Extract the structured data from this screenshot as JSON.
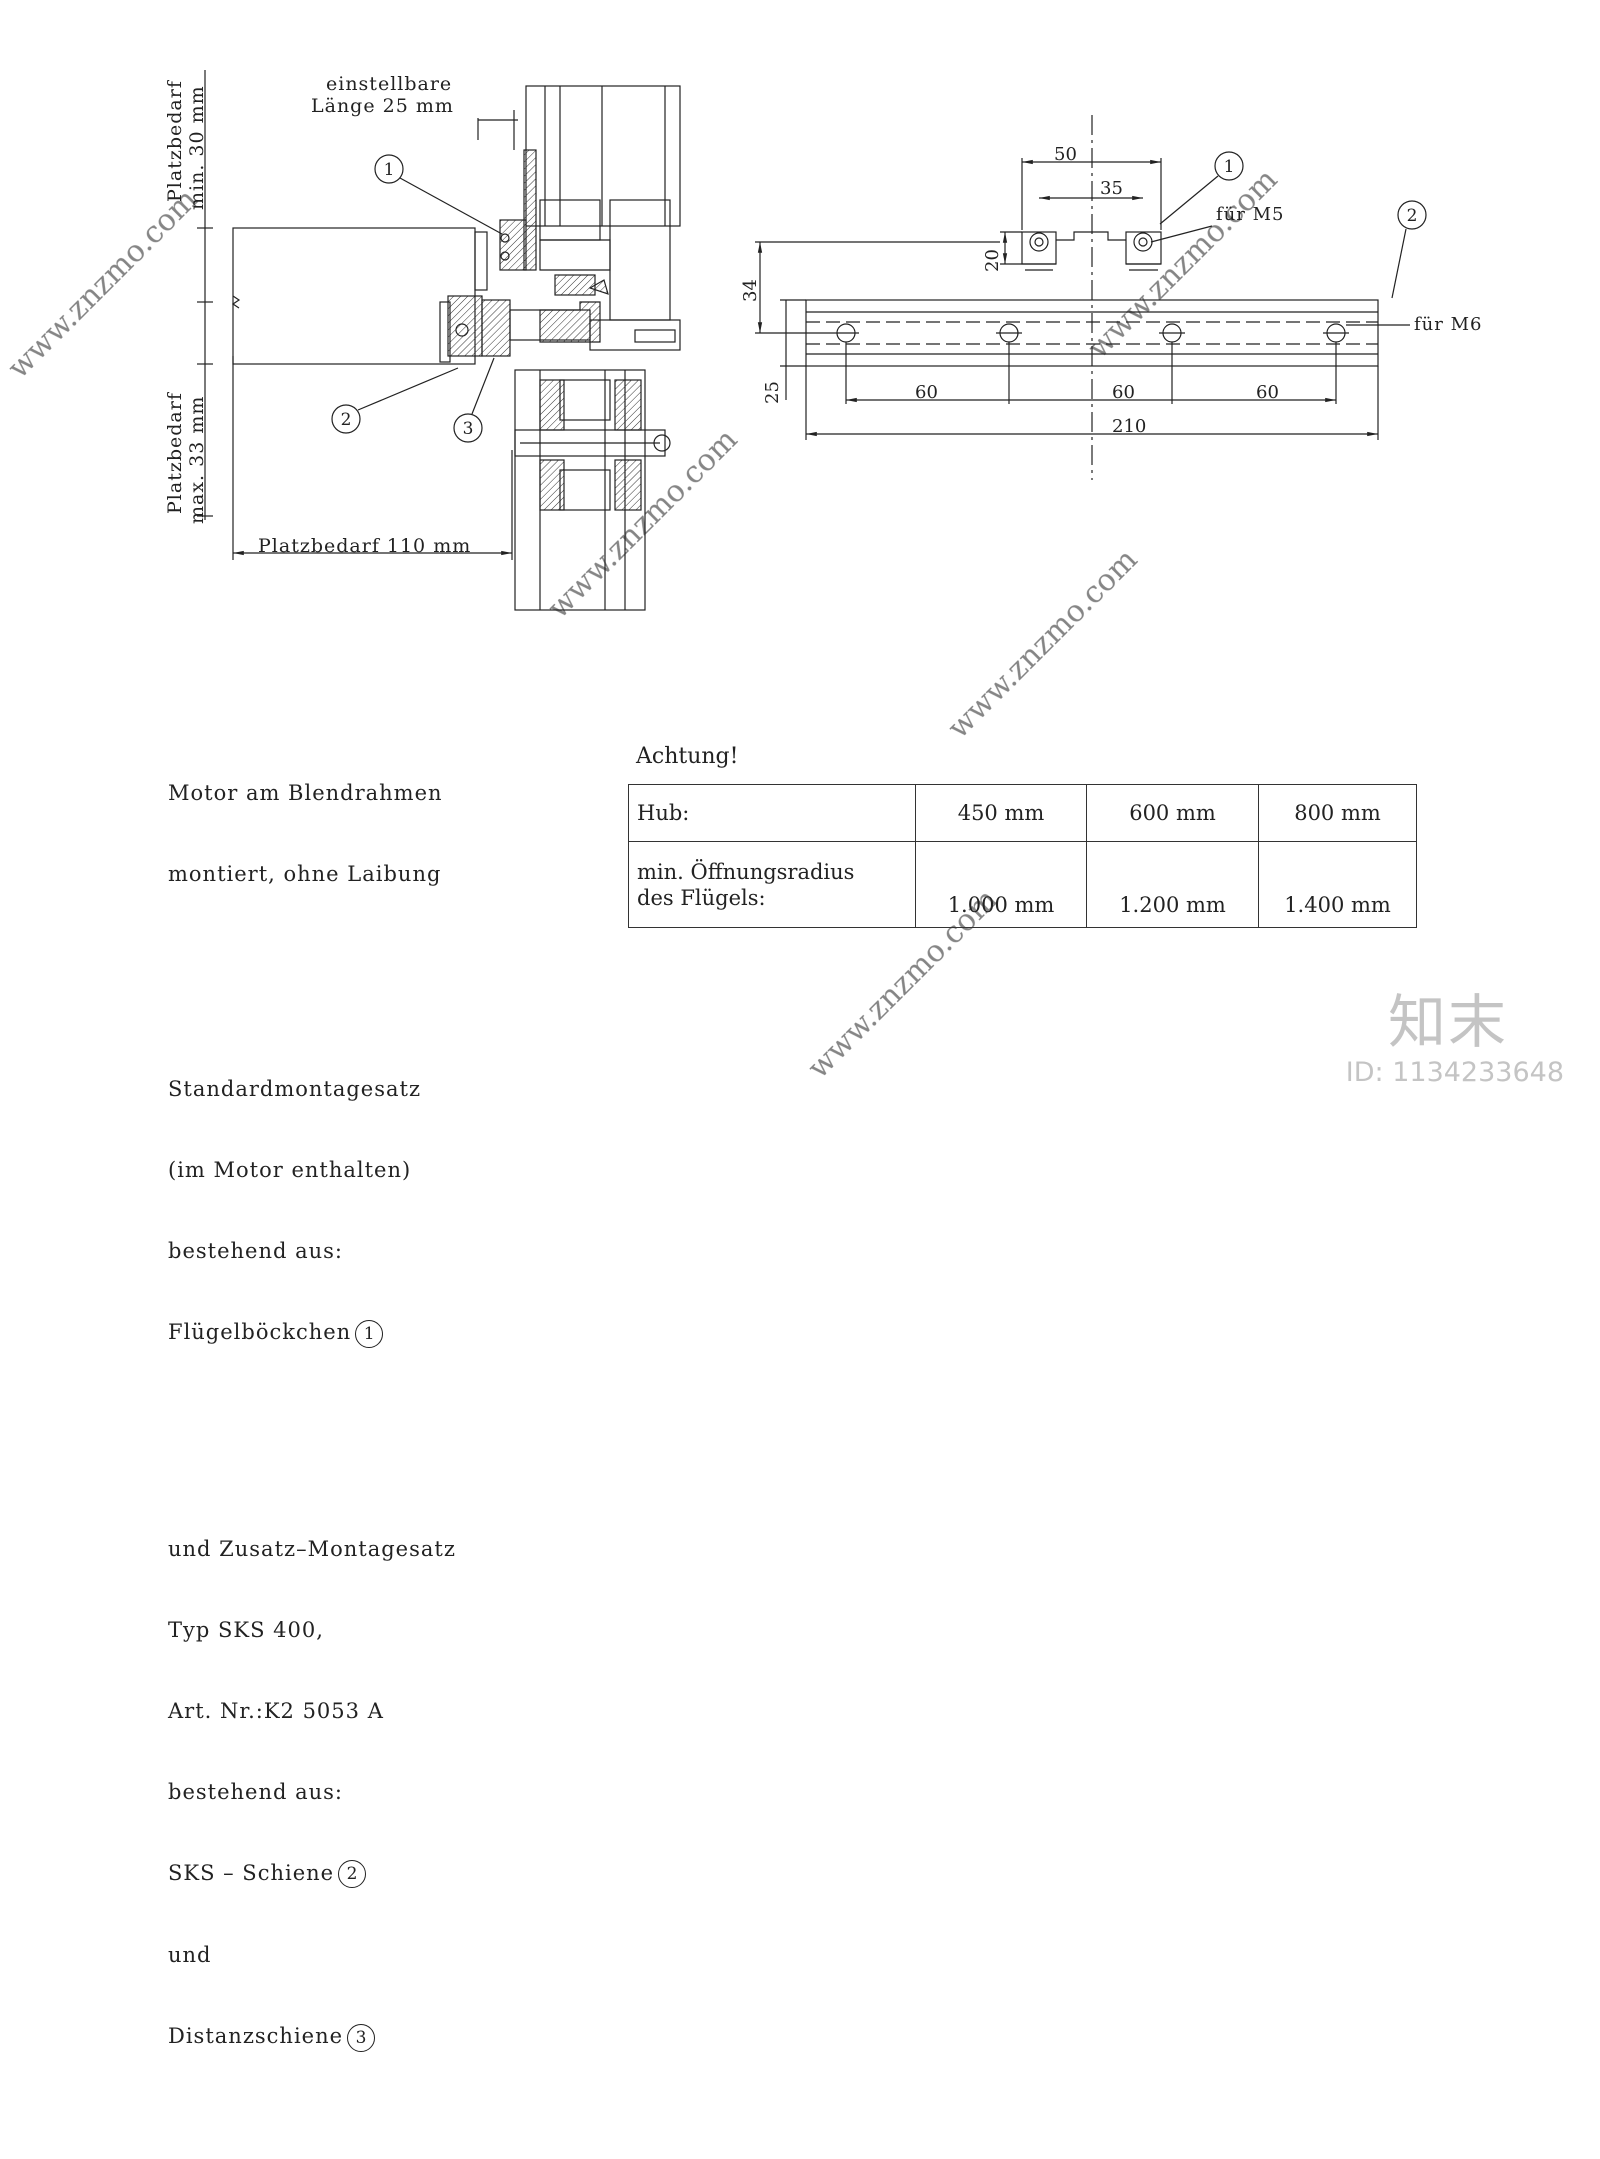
{
  "left_drawing": {
    "label_adjustable_1": "einstellbare",
    "label_adjustable_2": "Länge 25 mm",
    "label_space_top_1": "Platzbedarf",
    "label_space_top_2": "min. 30 mm",
    "label_space_bottom_1": "Platzbedarf",
    "label_space_bottom_2": "max. 33 mm",
    "label_space_width": "Platzbedarf 110 mm",
    "callout_1": "1",
    "callout_2": "2",
    "callout_3": "3"
  },
  "right_drawing": {
    "dim_50": "50",
    "dim_35": "35",
    "dim_20": "20",
    "dim_34": "34",
    "dim_25": "25",
    "dim_60_a": "60",
    "dim_60_b": "60",
    "dim_60_c": "60",
    "dim_210": "210",
    "label_m5": "für M5",
    "label_m6": "für M6",
    "callout_1": "1",
    "callout_2": "2"
  },
  "notes": {
    "block1": [
      "Motor am Blendrahmen",
      "montiert, ohne Laibung"
    ],
    "block2": [
      "Standardmontagesatz",
      "(im Motor enthalten)",
      "bestehend aus:",
      "Flügelböckchen"
    ],
    "block2_callout": "1",
    "block3": [
      "und Zusatz–Montagesatz",
      "Typ SKS 400,",
      "Art. Nr.:K2 5053 A",
      "bestehend aus:",
      "SKS – Schiene"
    ],
    "block3_callout_a": "2",
    "block3_line_und": "und",
    "block3_line_last": "Distanzschiene",
    "block3_callout_b": "3"
  },
  "table": {
    "heading": "Achtung!",
    "row1": [
      "Hub:",
      "450  mm",
      "600  mm",
      "800  mm"
    ],
    "row2_label_1": "min. Öffnungsradius",
    "row2_label_2": "des Flügels:",
    "row2": [
      "1.000  mm",
      "1.200  mm",
      "1.400  mm"
    ]
  },
  "watermark": {
    "logo": "知末",
    "id": "ID: 1134233648",
    "repeat": "www.znzmo.com"
  }
}
